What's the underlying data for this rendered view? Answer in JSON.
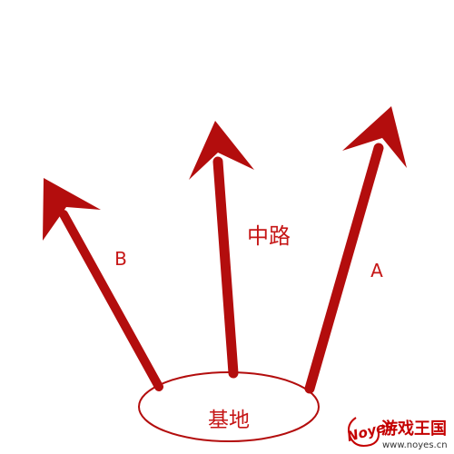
{
  "colors": {
    "arrow": "#b30d0d",
    "label": "#c61616",
    "watermark": "#c40000"
  },
  "labels": {
    "route_b": "B",
    "route_mid": "中路",
    "route_a": "A",
    "base": "基地"
  },
  "watermark": {
    "title": "游戏王国",
    "url": "www.noyes.cn",
    "logo_text": "Noyes"
  }
}
